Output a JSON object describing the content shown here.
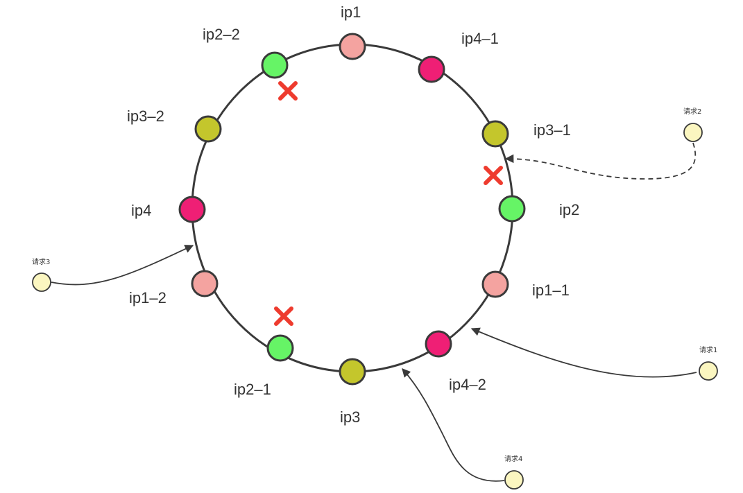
{
  "colors": {
    "ring": "#3a3a3a",
    "node_ip1": "#f4a3a0",
    "node_ip2": "#66f466",
    "node_ip3": "#c4c62c",
    "node_ip4": "#ef1f75",
    "request": "#fbf6c0",
    "failure_mark": "#ee3b2e"
  },
  "nodes": [
    {
      "id": "ip1",
      "label": "ip1",
      "group": "ip1"
    },
    {
      "id": "ip4-1",
      "label": "ip4–1",
      "group": "ip4"
    },
    {
      "id": "ip3-1",
      "label": "ip3–1",
      "group": "ip3"
    },
    {
      "id": "ip2",
      "label": "ip2",
      "group": "ip2"
    },
    {
      "id": "ip1-1",
      "label": "ip1–1",
      "group": "ip1"
    },
    {
      "id": "ip4-2",
      "label": "ip4–2",
      "group": "ip4"
    },
    {
      "id": "ip3",
      "label": "ip3",
      "group": "ip3"
    },
    {
      "id": "ip2-1",
      "label": "ip2–1",
      "group": "ip2"
    },
    {
      "id": "ip1-2",
      "label": "ip1–2",
      "group": "ip1"
    },
    {
      "id": "ip4",
      "label": "ip4",
      "group": "ip4"
    },
    {
      "id": "ip3-2",
      "label": "ip3–2",
      "group": "ip3"
    },
    {
      "id": "ip2-2",
      "label": "ip2–2",
      "group": "ip2"
    }
  ],
  "failed_nodes": [
    "ip2-2",
    "ip2",
    "ip2-1"
  ],
  "requests": [
    {
      "id": "req1",
      "label": "请求1",
      "line": "solid"
    },
    {
      "id": "req2",
      "label": "请求2",
      "line": "dashed"
    },
    {
      "id": "req3",
      "label": "请求3",
      "line": "solid"
    },
    {
      "id": "req4",
      "label": "请求4",
      "line": "solid"
    }
  ]
}
